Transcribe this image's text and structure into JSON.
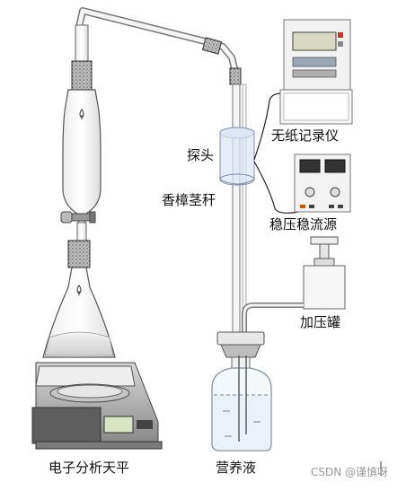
{
  "labels": {
    "paperless_recorder": "无纸记录仪",
    "probe": "探头",
    "camphor_stem": "香樟茎秆",
    "regulated_power_supply": "稳压稳流源",
    "pressure_tank": "加压罐",
    "electronic_balance": "电子分析天平",
    "nutrient_solution": "营养液"
  },
  "watermark": "CSDN @谨慎呀"
}
